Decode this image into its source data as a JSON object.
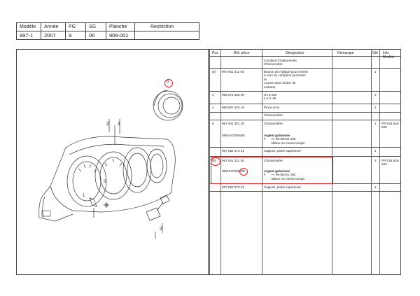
{
  "header": {
    "labels": [
      "Modèle",
      "Année",
      "PG",
      "SG",
      "Planche",
      "Restriction"
    ],
    "values": [
      "997-1",
      "2007",
      "9",
      "06",
      "906-001",
      ""
    ]
  },
  "table": {
    "columns": [
      "Pos.",
      "Réf. pièce",
      "Désignation",
      "Remarque",
      "Qté",
      "Info. Modèle"
    ],
    "rows": [
      {
        "pos": "",
        "ref": "",
        "desc": [
          "Combiné d'instruments",
          "Chronomètre"
        ],
        "qty": "",
        "info": ""
      },
      {
        "pos": "(2)",
        "ref": "997 641 511 00",
        "desc": [
          "Bouton de reglage pour remise",
          "a zero du compteur journalier",
          "et",
          "montre dans boitier de",
          "cadrans"
        ],
        "qty": "1",
        "info": ""
      },
      {
        "pos": "3",
        "ref": "999 073 155 09",
        "desc": [
          "vis a tole",
          "4,2 X 19"
        ],
        "qty": "2",
        "info": ""
      },
      {
        "pos": "4",
        "ref": "999 507 403 02",
        "desc": [
          "Pince en U"
        ],
        "qty": "2",
        "info": ""
      },
      {
        "pos": "-",
        "ref": "",
        "desc": [
          "Chronomètre"
        ],
        "qty": "",
        "info": ""
      },
      {
        "pos": "5",
        "ref": "997 641 301 25",
        "desc": [
          "Chronomètre"
        ],
        "qty": "1",
        "info": [
          "PR 025,639,",
          "640"
        ]
      },
      {
        "pos": "",
        "ref": "08/04-07/06V05",
        "desc": [
          "Argent galvanise",
          ">> 99-55732 280",
          "utiliser en meme temps:"
        ],
        "qty": "",
        "info": ""
      },
      {
        "pos": "",
        "ref": "997 552 373 01",
        "desc": [
          "Support, partie superieure"
        ],
        "qty": "1",
        "info": ""
      },
      {
        "pos": "(5)",
        "ref": "997 641 311 26",
        "desc": [
          "Chronomètre"
        ],
        "qty": "1",
        "info": [
          "PR 026,639,",
          "640"
        ]
      },
      {
        "pos": "",
        "ref": "08/04-07/08V06",
        "desc": [
          "Argent galvanise",
          ">> 99-55732 280",
          "utiliser en meme temps:"
        ],
        "qty": "",
        "info": ""
      },
      {
        "pos": "-",
        "ref": "997 552 373 01",
        "desc": [
          "Support, partie superieure"
        ],
        "qty": "1",
        "info": ""
      }
    ],
    "prefix_F": "F"
  },
  "diagram": {
    "callouts": [
      "5",
      "2",
      "4",
      "3",
      "1",
      "2"
    ]
  }
}
